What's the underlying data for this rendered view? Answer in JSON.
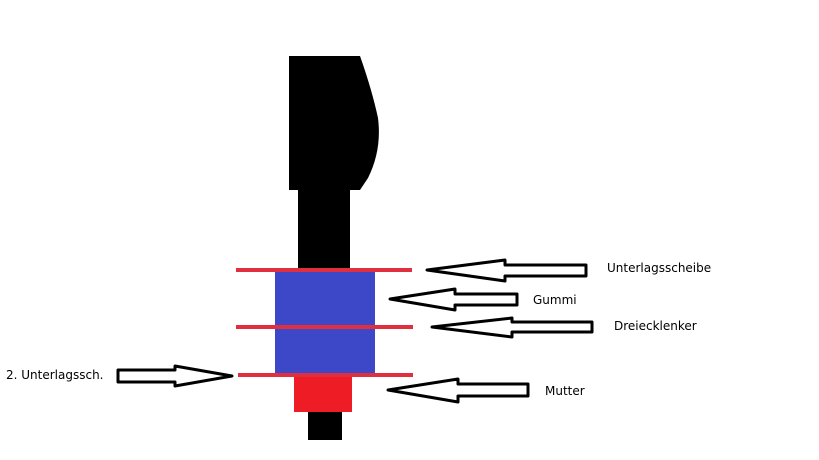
{
  "labels": {
    "unterlagsscheibe": "Unterlagsscheibe",
    "gummi": "Gummi",
    "dreiecklenker": "Dreiecklenker",
    "mutter": "Mutter",
    "unterlagsscheibe_2": "2. Unterlagssch."
  },
  "colors": {
    "background": "#ffffff",
    "bolt": "#000000",
    "washer": "#e0303f",
    "rubber": "#3c48c8",
    "nut": "#ee1c24",
    "arrow_fill": "#ffffff",
    "arrow_stroke": "#000000"
  }
}
